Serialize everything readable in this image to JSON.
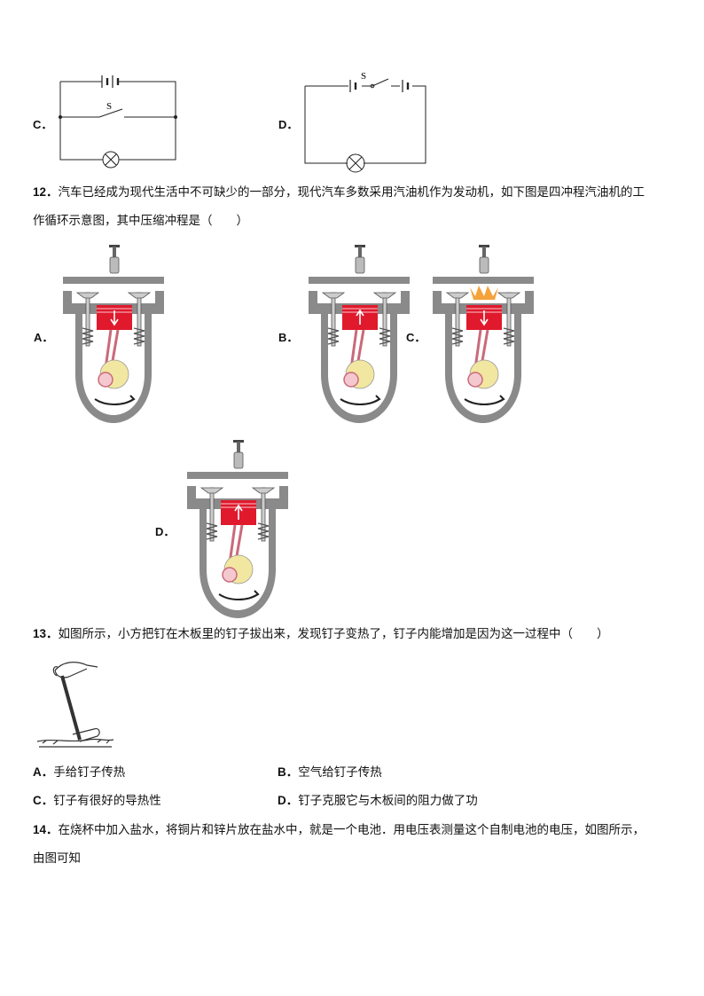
{
  "q11": {
    "optC": {
      "label": "C．",
      "switch": "S"
    },
    "optD": {
      "label": "D．",
      "switch": "S"
    }
  },
  "q12": {
    "number": "12．",
    "line1": "汽车已经成为现代生活中不可缺少的一部分，现代汽车多数采用汽油机作为发动机，如下图是四冲程汽油机的工",
    "line2": "作循环示意图，其中压缩冲程是（　　）",
    "options": [
      {
        "label": "A．",
        "piston": "down"
      },
      {
        "label": "B．",
        "piston": "up"
      },
      {
        "label": "C．",
        "piston": "down"
      },
      {
        "label": "D．",
        "piston": "up"
      }
    ]
  },
  "q13": {
    "number": "13．",
    "text": "如图所示，小方把钉在木板里的钉子拔出来，发现钉子变热了，钉子内能增加是因为这一过程中（　　）",
    "options": [
      {
        "label": "A．",
        "text": "手给钉子传热"
      },
      {
        "label": "B．",
        "text": "空气给钉子传热"
      },
      {
        "label": "C．",
        "text": "钉子有很好的导热性"
      },
      {
        "label": "D．",
        "text": "钉子克服它与木板间的阻力做了功"
      }
    ]
  },
  "q14": {
    "number": "14．",
    "line1": "在烧杯中加入盐水，将铜片和锌片放在盐水中，就是一个电池．用电压表测量这个自制电池的电压，如图所示，",
    "line2": "由图可知"
  },
  "colors": {
    "piston": "#e0192c",
    "engine": "#8a8a8a",
    "crank": "#f2e7a0"
  }
}
